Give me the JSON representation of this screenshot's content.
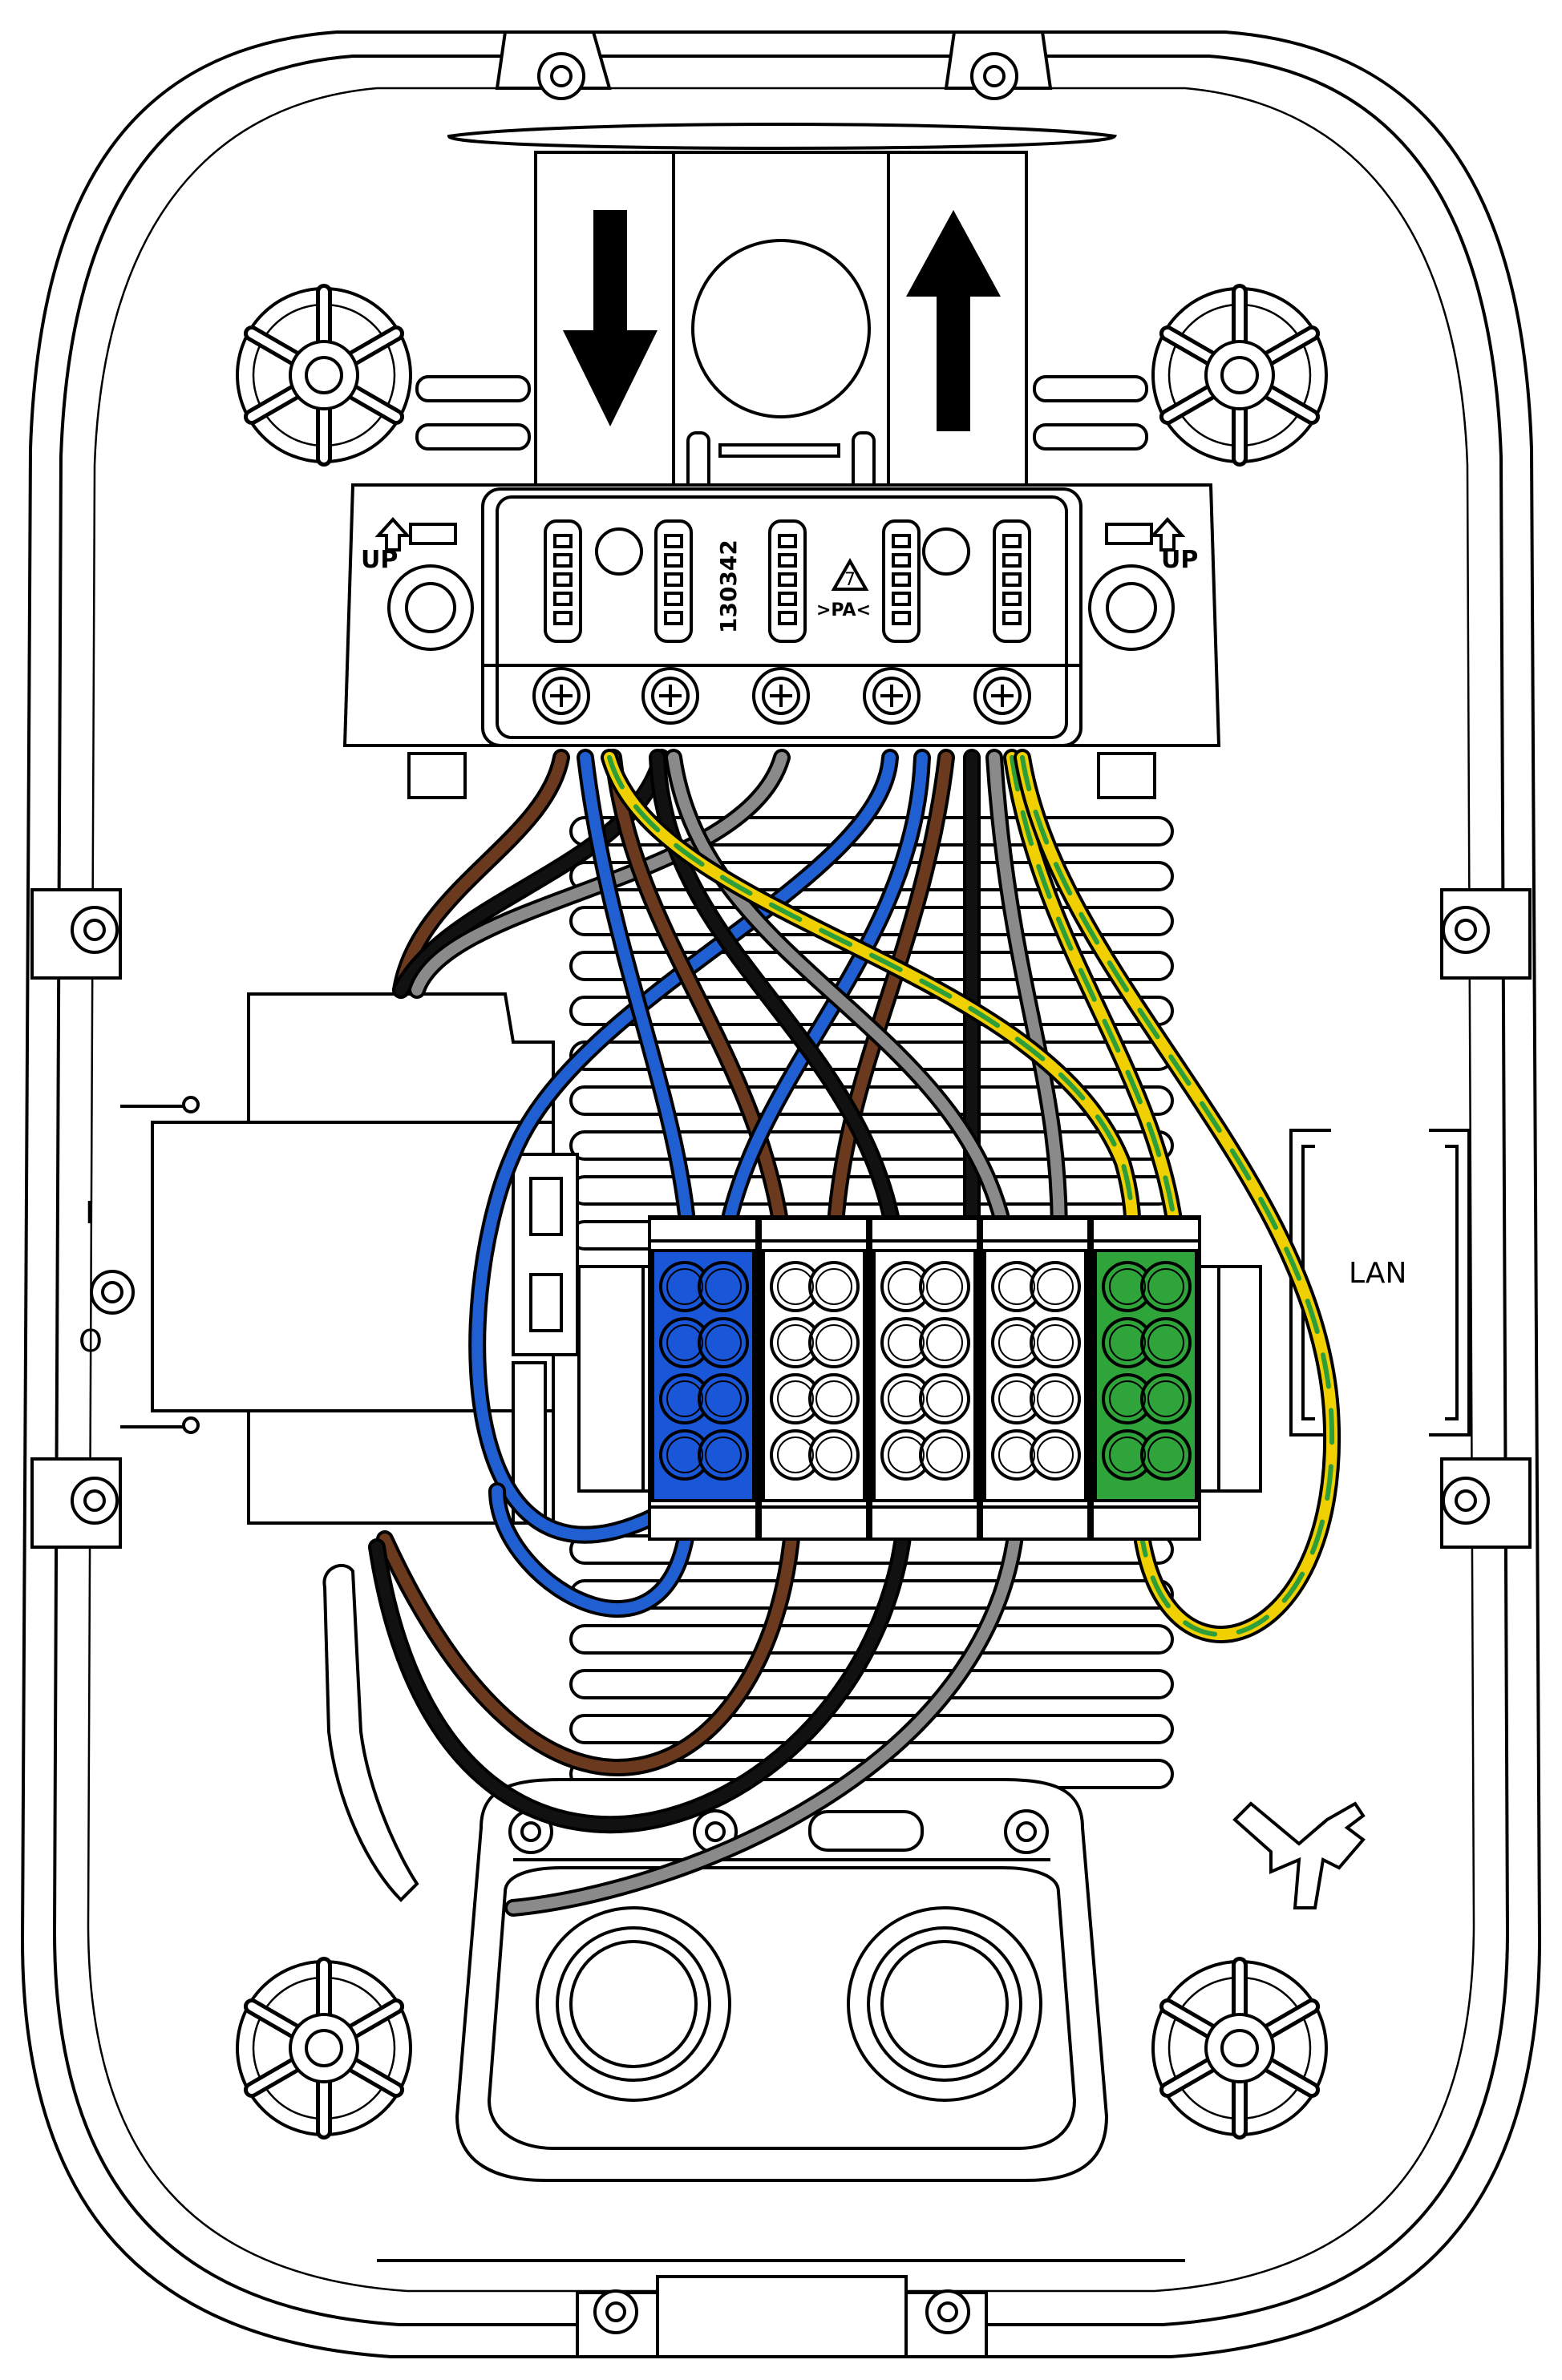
{
  "labels": {
    "up_left": "UP",
    "up_right": "UP",
    "part_number": "130342",
    "recycle_code": "7",
    "material": ">PA<",
    "switch_on": "I",
    "switch_off": "O",
    "lan": "LAN"
  },
  "colors": {
    "brown": "#6b3a1e",
    "black": "#111111",
    "grey": "#8a8a8a",
    "blue": "#1f5fd1",
    "yellow": "#f0d000",
    "green": "#2e9e3a",
    "terminal_blue": "#1a56d8",
    "terminal_green": "#2ea43a"
  },
  "icons": {
    "arrow_down": "arrow-down-icon",
    "arrow_up": "arrow-up-icon",
    "recycle": "recycle-icon",
    "screw": "screw-icon"
  },
  "terminal_block": {
    "modules": [
      {
        "color": "blue"
      },
      {
        "color": "white"
      },
      {
        "color": "white"
      },
      {
        "color": "white"
      },
      {
        "color": "green"
      }
    ]
  }
}
